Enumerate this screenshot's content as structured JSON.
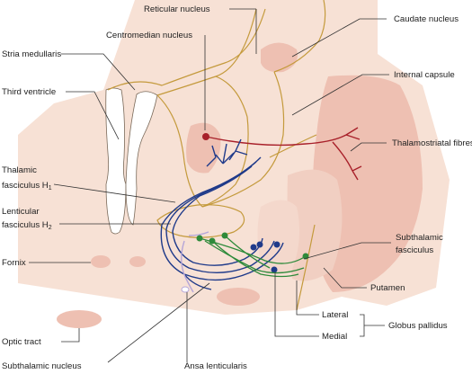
{
  "colors": {
    "background_tissue": "#f7e1d5",
    "caudate": "#eec0b2",
    "outline_yellow": "#c49a3c",
    "thalamostriatal_red": "#a8202a",
    "fiber_blue": "#1f3a8a",
    "fiber_green": "#2e8a3a",
    "fiber_lavender": "#b6a6d8"
  },
  "labels": {
    "reticular_nucleus": "Reticular nucleus",
    "caudate_nucleus": "Caudate nucleus",
    "centromedian_nucleus": "Centromedian nucleus",
    "stria_medullaris": "Stria medullaris",
    "internal_capsule": "Internal capsule",
    "third_ventricle": "Third ventricle",
    "thalamostriatal_fibres": "Thalamostriatal fibres",
    "thalamic_fasciculus": "Thalamic",
    "thalamic_fasciculus_line2": "fasciculus H",
    "thalamic_fasciculus_sub": "1",
    "lenticular_fasciculus": "Lenticular",
    "lenticular_fasciculus_line2": "fasciculus H",
    "lenticular_fasciculus_sub": "2",
    "subthalamic_fasciculus": "Subthalamic",
    "subthalamic_fasciculus_line2": "fasciculus",
    "fornix": "Fornix",
    "putamen": "Putamen",
    "lateral": "Lateral",
    "medial": "Medial",
    "globus_pallidus": "Globus pallidus",
    "optic_tract": "Optic tract",
    "subthalamic_nucleus": "Subthalamic nucleus",
    "ansa_lenticularis": "Ansa lenticularis"
  }
}
